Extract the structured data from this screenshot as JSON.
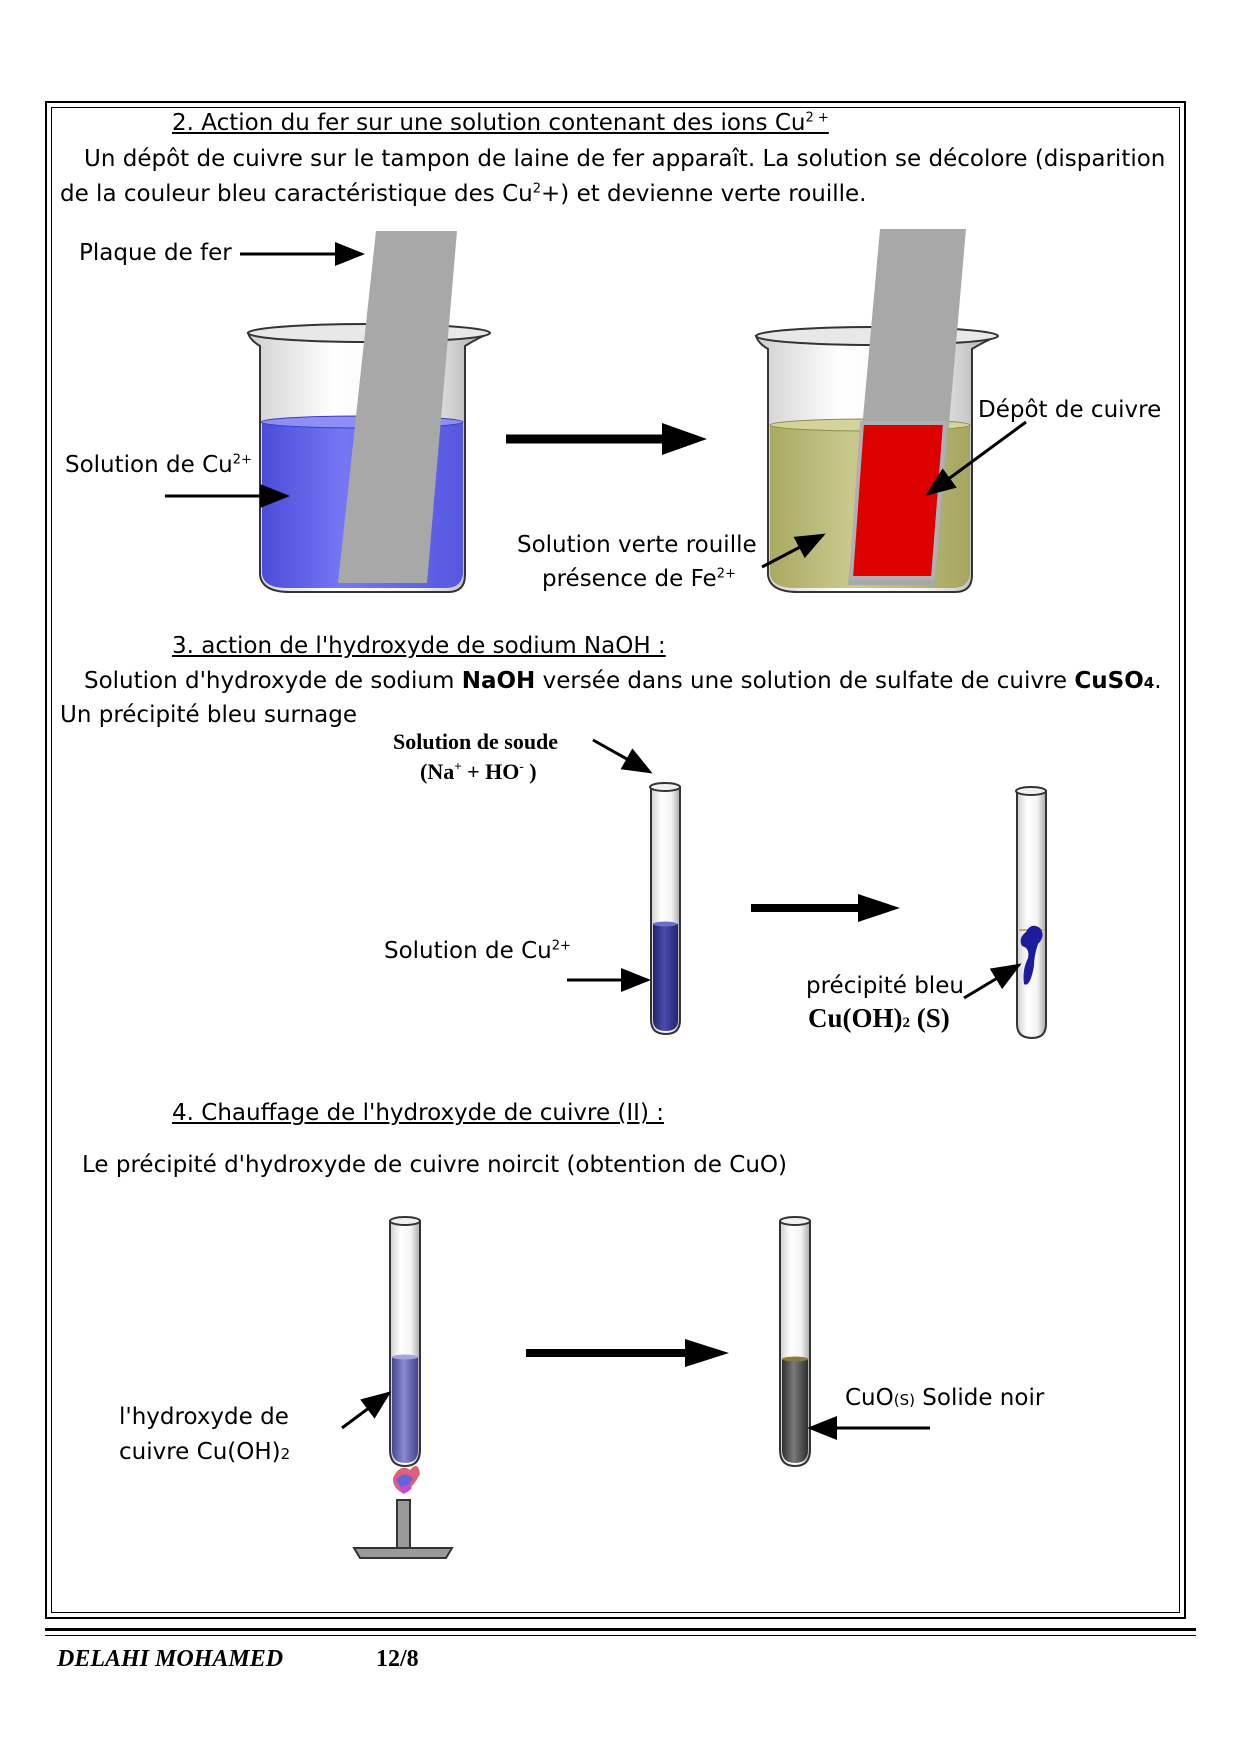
{
  "section2": {
    "title": "2. Action du fer sur une solution contenant des ions Cu",
    "title_sup": "2 +",
    "line1": "Un dépôt de cuivre sur le tampon de laine de fer apparaît. La solution se décolore (disparition",
    "line2_a": "de la couleur bleu caractéristique des Cu",
    "line2_sup": "2",
    "line2_b": "+) et devienne verte rouille.",
    "label_plaque": "Plaque de fer",
    "label_solution": "Solution de Cu",
    "label_solution_sup": "2+",
    "label_depot": "Dépôt de cuivre",
    "label_verte1": "Solution verte rouille",
    "label_verte2": "présence de Fe",
    "label_verte2_sup": "2+"
  },
  "section3": {
    "title": "3. action de l'hydroxyde de sodium NaOH :",
    "line1_a": "Solution d'hydroxyde de sodium ",
    "line1_bold1": "NaOH",
    "line1_b": " versée dans une solution de sulfate de cuivre ",
    "line1_bold2": "CuSO",
    "line1_bold2_sub": "4",
    "line1_c": ".",
    "line2": "Un précipité bleu surnage",
    "label_soude1": "Solution de soude",
    "label_soude2_a": "(Na",
    "label_soude2_sup1": "+",
    "label_soude2_b": " + HO",
    "label_soude2_sup2": "-",
    "label_soude2_c": " )",
    "label_solution": "Solution de Cu",
    "label_solution_sup": "2+",
    "label_precipite": "précipité bleu",
    "label_formula_a": "Cu(OH)",
    "label_formula_sub": "2",
    "label_formula_b": " (S)"
  },
  "section4": {
    "title": "4. Chauffage de l'hydroxyde de cuivre (II) :",
    "line1": "Le précipité d'hydroxyde de cuivre noircit (obtention de CuO)",
    "label_hydroxyde1": "l'hydroxyde de",
    "label_hydroxyde2_a": "cuivre Cu(OH)",
    "label_hydroxyde2_sub": "2",
    "label_cuo_a": "CuO",
    "label_cuo_sub": "(S)",
    "label_cuo_b": " Solide noir"
  },
  "footer": {
    "author": "DELAHI MOHAMED",
    "page": "12/8"
  },
  "colors": {
    "blue_solution": "#6a6cf0",
    "green_solution": "#bdbd7a",
    "copper_red": "#dd0000",
    "iron_grey": "#a8a8a8",
    "dark_blue": "#333399",
    "black_solid": "#505050"
  }
}
